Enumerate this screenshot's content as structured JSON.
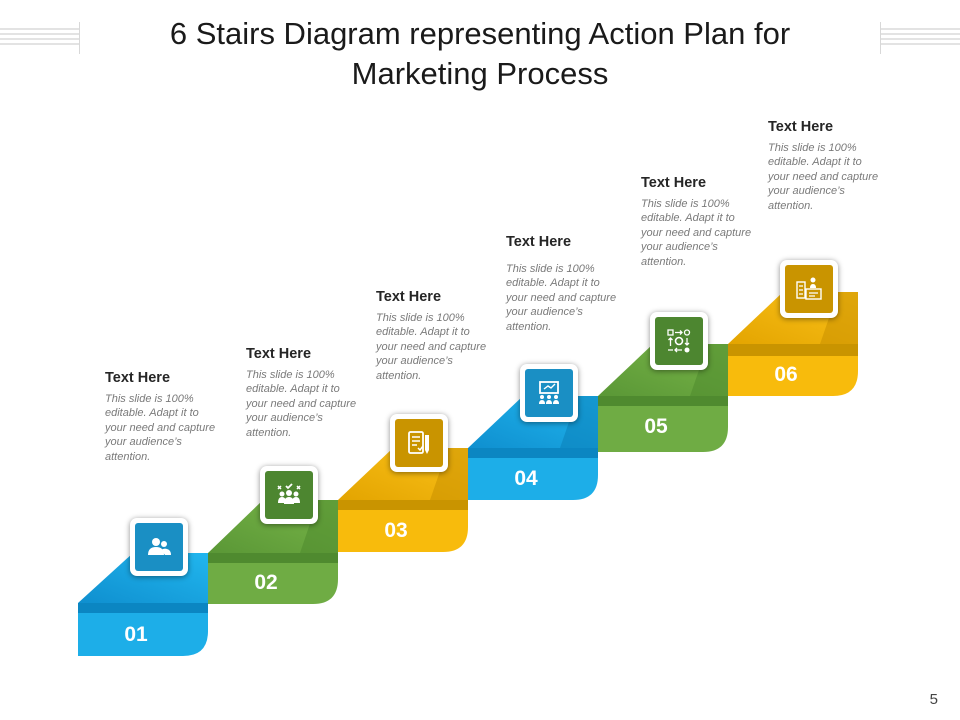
{
  "title": "6 Stairs Diagram representing Action Plan for Marketing Process",
  "page_number": "5",
  "colors": {
    "blue": "#1daee8",
    "green": "#6fac44",
    "yellow": "#f8bb0c"
  },
  "steps": [
    {
      "number": "01",
      "heading": "Text Here",
      "description": "This slide is 100% editable. Adapt it to your need and capture your audience’s attention.",
      "icon": "people-icon"
    },
    {
      "number": "02",
      "heading": "Text Here",
      "description": "This slide is 100% editable. Adapt it to your need and capture your audience’s attention.",
      "icon": "team-checklist-icon"
    },
    {
      "number": "03",
      "heading": "Text Here",
      "description": "This slide is 100% editable. Adapt it to your need and capture your audience’s attention.",
      "icon": "document-pencil-icon"
    },
    {
      "number": "04",
      "heading": "Text Here",
      "description": "This slide is 100% editable. Adapt it to your need and capture your audience’s attention.",
      "icon": "presentation-audience-icon"
    },
    {
      "number": "05",
      "heading": "Text Here",
      "description": "This slide is 100% editable. Adapt it to your need and capture your audience’s attention.",
      "icon": "process-flow-icon"
    },
    {
      "number": "06",
      "heading": "Text Here",
      "description": "This slide is 100% editable. Adapt it to your need and capture your audience’s attention.",
      "icon": "planning-board-icon"
    }
  ]
}
